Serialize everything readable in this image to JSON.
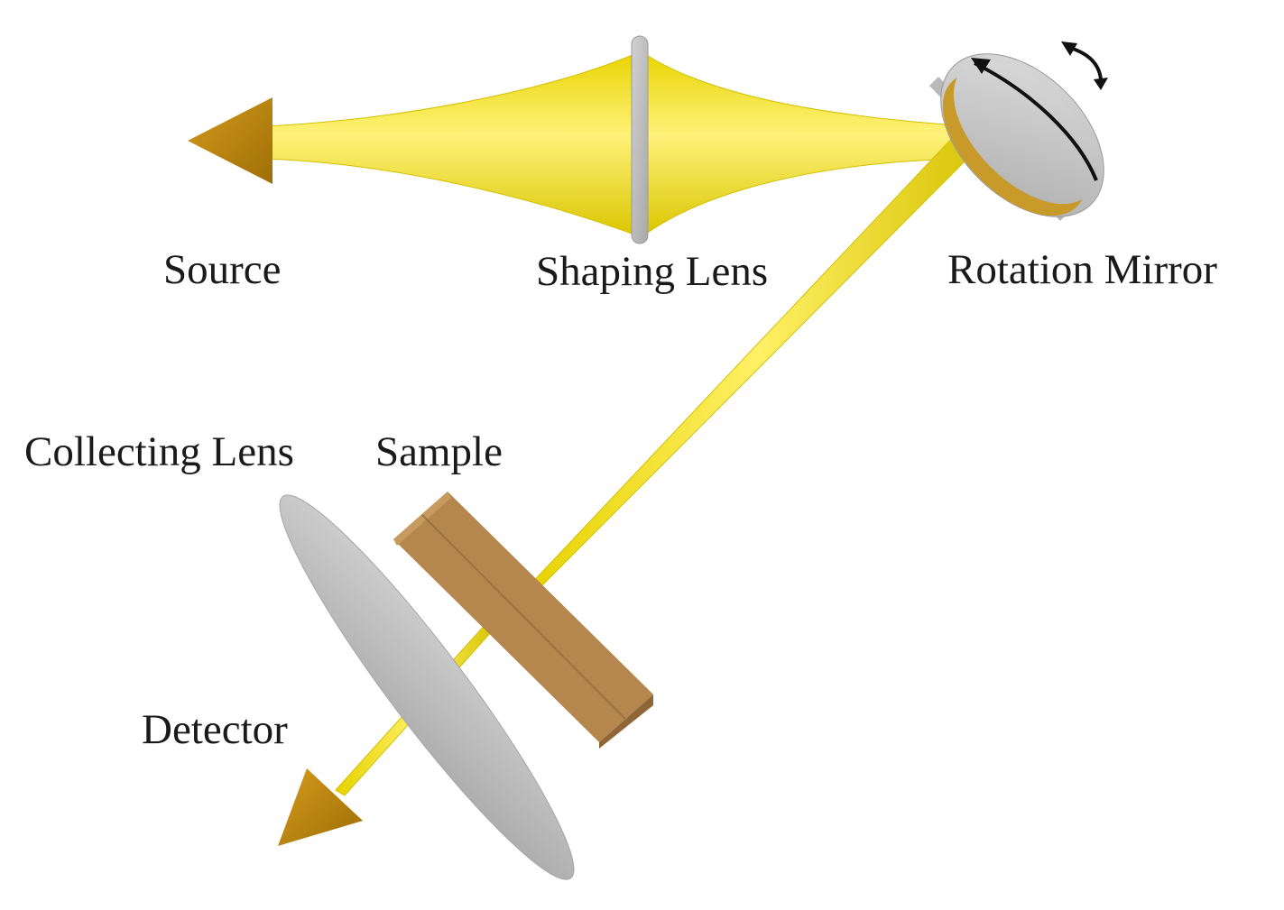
{
  "labels": {
    "source": "Source",
    "shaping_lens": "Shaping Lens",
    "rotation_mirror": "Rotation Mirror",
    "collecting_lens": "Collecting Lens",
    "sample": "Sample",
    "detector": "Detector"
  },
  "colors": {
    "beam": "#f2e11c",
    "beam_dark": "#c9b400",
    "arrowhead": "#c08a10",
    "lens": "#bdbdbd",
    "sample": "#b5874f",
    "mirror_rim": "#c9c9c9",
    "mirror_face": "#c79a2a"
  }
}
